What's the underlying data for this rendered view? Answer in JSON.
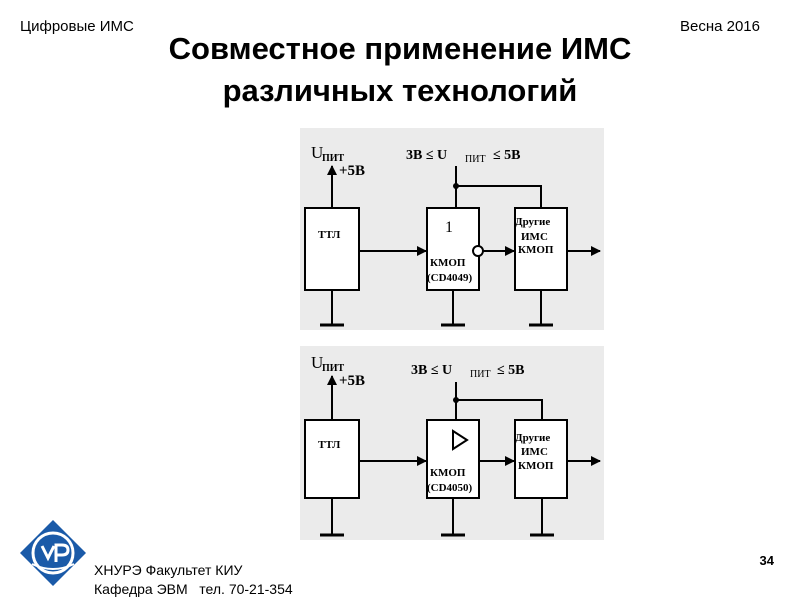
{
  "header": {
    "course": "Цифровые ИМС",
    "term": "Весна 2016"
  },
  "title": {
    "line1": "Совместное применение ИМС",
    "line2": "различных технологий"
  },
  "diagram": {
    "common": {
      "supply_u": "U",
      "supply_sub": "ПИТ",
      "supply_value": "+5В",
      "range_left": "3В ≤ U",
      "range_sub": "ПИТ",
      "range_right": "≤ 5В",
      "ttl_label": "ТТЛ",
      "other_line1": "Другие",
      "other_line2": "ИМС",
      "other_line3": "КМОП"
    },
    "top": {
      "gate_symbol": "1",
      "cmos_label": "КМОП",
      "chip_label": "(CD4049)"
    },
    "bottom": {
      "cmos_label": "КМОП",
      "chip_label": "(CD4050)"
    }
  },
  "footer": {
    "line1": "ХНУРЭ Факультет КИУ",
    "line2": "Кафедра ЭВМ   тел. 70-21-354",
    "page_number": "34"
  },
  "colors": {
    "logo_blue": "#1a5aa8"
  }
}
